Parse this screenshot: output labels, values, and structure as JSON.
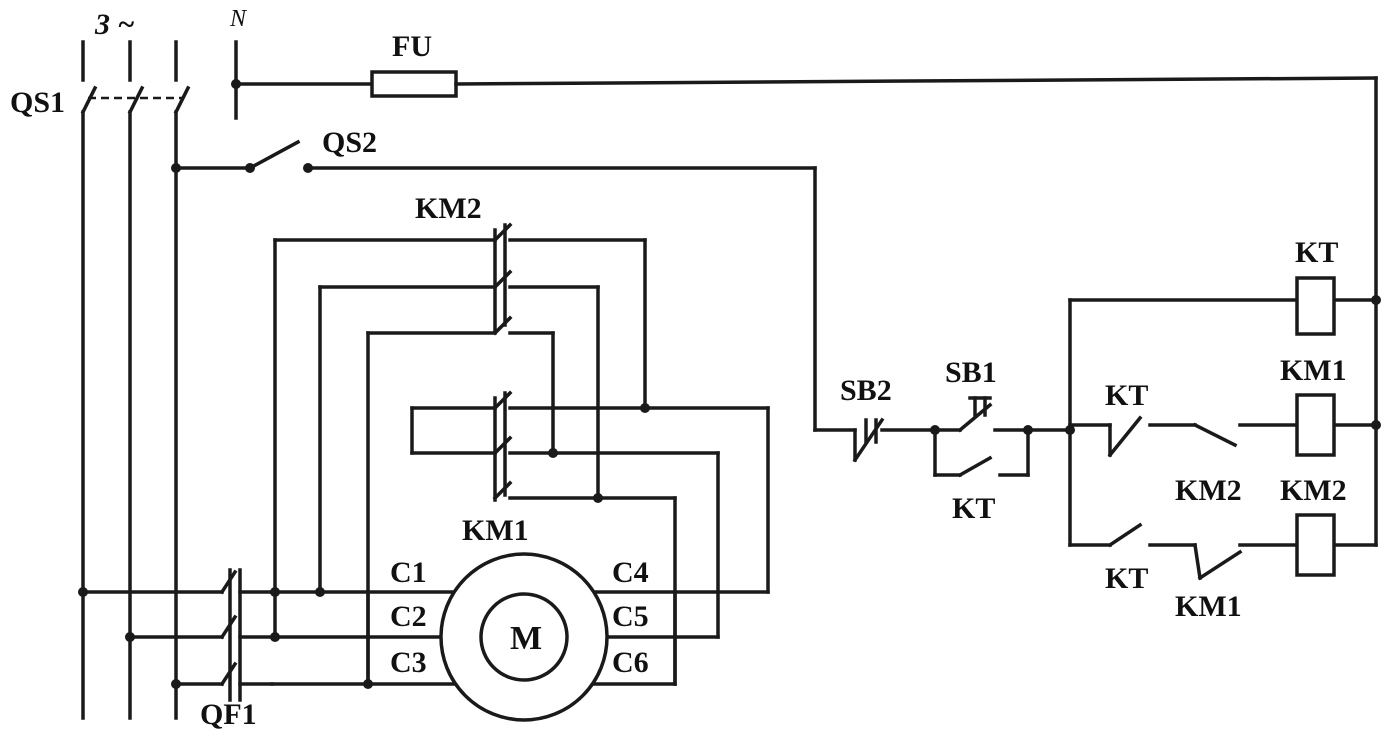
{
  "supply": {
    "phase_label": "3 ~",
    "neutral_label": "N"
  },
  "switches": {
    "qs1": "QS1",
    "qs2": "QS2",
    "qf1": "QF1"
  },
  "fuse": {
    "label": "FU"
  },
  "contactors": {
    "km2_main": "KM2",
    "km1_main": "KM1"
  },
  "motor": {
    "label": "M",
    "terminals": [
      "C1",
      "C2",
      "C3",
      "C4",
      "C5",
      "C6"
    ]
  },
  "control": {
    "sb2": "SB2",
    "sb1": "SB1",
    "kt_holding": "KT",
    "kt_coil": "KT",
    "km1_coil": "KM1",
    "km2_coil": "KM2",
    "kt_contact_1": "KT",
    "kt_contact_2": "KT",
    "km2_interlock": "KM2",
    "km1_interlock": "KM1"
  }
}
